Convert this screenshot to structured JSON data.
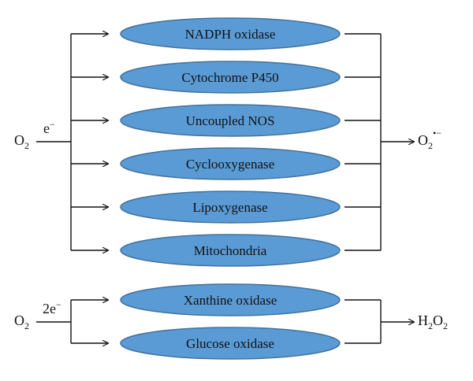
{
  "superoxide_group": {
    "input": {
      "base": "O",
      "sub": "2"
    },
    "electron": {
      "text": "e",
      "sup": "−"
    },
    "enzymes": [
      "NADPH oxidase",
      "Cytochrome P450",
      "Uncoupled NOS",
      "Cyclooxygenase",
      "Lipoxygenase",
      "Mitochondria"
    ],
    "product": {
      "base": "O",
      "sub": "2",
      "sup": "•−"
    }
  },
  "peroxide_group": {
    "input": {
      "base": "O",
      "sub": "2"
    },
    "electron": {
      "text": "2e",
      "sup": "−"
    },
    "enzymes": [
      "Xanthine oxidase",
      "Glucose oxidase"
    ],
    "product": {
      "base1": "H",
      "sub1": "2",
      "base2": "O",
      "sub2": "2"
    }
  },
  "colors": {
    "ellipse_fill": "#5b9bd5",
    "ellipse_stroke": "#41719c",
    "line": "#111111"
  }
}
